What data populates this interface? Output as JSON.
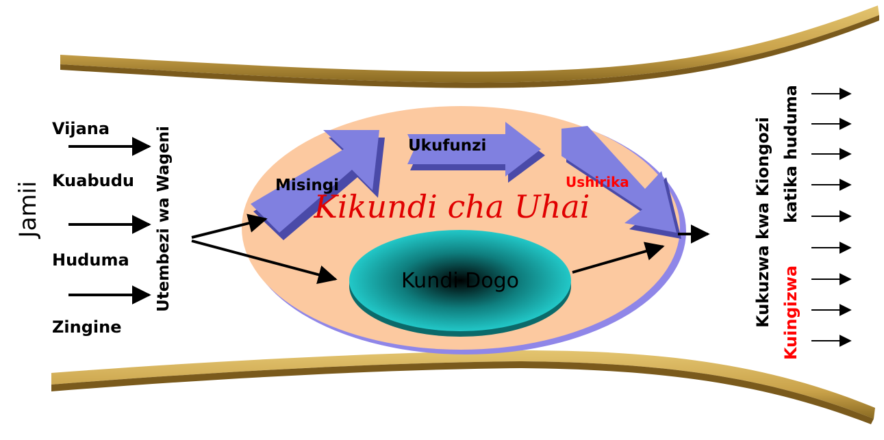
{
  "labels": {
    "jamii": "Jamii",
    "inputs": [
      "Vijana",
      "Kuabudu",
      "Huduma",
      "Zingine"
    ],
    "utembezi": "Utembezi wa Wageni",
    "title": "Kikundi cha Uhai",
    "steps": [
      "Misingi",
      "Ukufunzi",
      "Ushirika"
    ],
    "kundi_dogo": "Kundi Dogo",
    "kukuzwa": "Kukuzwa kwa Kiongozi",
    "kuingizwa": "Kuingizwa",
    "katika_huduma": "katika huduma"
  },
  "colors": {
    "ellipse_fill": "#fcc9a0",
    "ellipse_shadow": "#8f86e8",
    "small_ellipse": "#1fc7c7",
    "step_arrow": "#8080e0",
    "rail": "#c9a24a",
    "title_red": "#e00000",
    "highlight_red": "#ff0000"
  }
}
